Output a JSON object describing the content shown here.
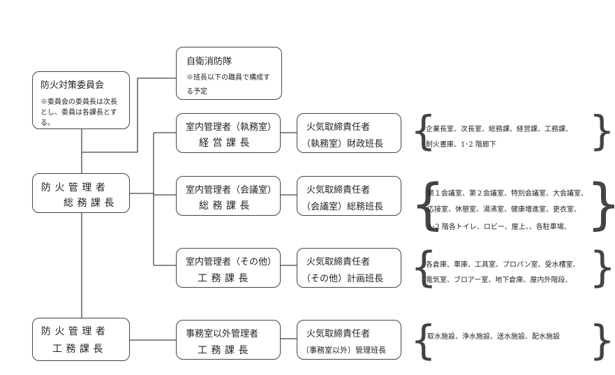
{
  "committee": {
    "title": "防火対策委員会",
    "note_line1": "※委員会の委員長は次長",
    "note_line2": "とし、委員は各課長とす",
    "note_line3": "る。"
  },
  "jieishobo": {
    "title": "自衛消防隊",
    "note_line1": "※班長以下の職員で構成す",
    "note_line2": "る予定"
  },
  "manager1": {
    "line1": "防 火 管 理 者",
    "line2": "総 務 課 長"
  },
  "manager2": {
    "line1": "防 火 管 理 者",
    "line2": "工 務 課 長"
  },
  "rows": [
    {
      "mgr_line1": "室内管理者（執務室）",
      "mgr_line2": "経 営 課 長",
      "resp_line1": "火気取締責任者",
      "resp_line2": "（執務室）財政班長",
      "areas": [
        "企業長室、次長室、総務課、経営課、工務課、",
        "耐火書庫、1･2 階廊下"
      ]
    },
    {
      "mgr_line1": "室内管理者（会議室）",
      "mgr_line2": "総 務 課 長",
      "resp_line1": "火気取締責任者",
      "resp_line2": "（会議室）総務班長",
      "areas": [
        "第１会議室、第２会議室、特別会議室、大会議室、",
        "応接室、休憩室、湯沸室、健康増進室、更衣室、",
        "1･2 階各トイレ、ロビー、屋上、、各駐車場、"
      ]
    },
    {
      "mgr_line1": "室内管理者（その他）",
      "mgr_line2": "工 務 課 長",
      "resp_line1": "火気取締責任者",
      "resp_line2": "（その他）計画班長",
      "areas": [
        "各倉庫、車庫、工具室、プロパン室、受水槽室、",
        "電気室、ブロアー室、地下倉庫、屋内外階段、"
      ]
    },
    {
      "mgr_line1": "事務室以外管理者",
      "mgr_line2": "工 務 課 長",
      "resp_line1": "火気取締責任者",
      "resp_line2": "（事務室以外）管理班長",
      "areas": [
        "取水施設、浄水施設、送水施設、配水施設"
      ]
    }
  ]
}
